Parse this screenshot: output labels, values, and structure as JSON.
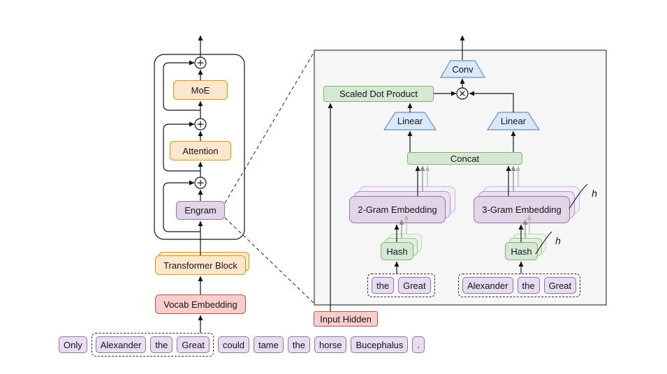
{
  "left_diagram": {
    "block_labels": {
      "moe": "MoE",
      "attention": "Attention",
      "engram": "Engram"
    },
    "transformer_block": "Transformer Block",
    "vocab_embedding": "Vocab Embedding",
    "sentence_tokens": {
      "before": [
        "Only"
      ],
      "highlighted": [
        "Alexander",
        "the",
        "Great"
      ],
      "after": [
        "could",
        "tame",
        "the",
        "horse",
        "Bucephalus",
        "."
      ]
    }
  },
  "detail_diagram": {
    "conv": "Conv",
    "scaled_dot_product": "Scaled Dot Product",
    "linear_left": "Linear",
    "linear_right": "Linear",
    "concat": "Concat",
    "two_gram_embedding": "2-Gram Embedding",
    "three_gram_embedding": "3-Gram Embedding",
    "hash_left": "Hash",
    "hash_right": "Hash",
    "heads_label_embedding": "h",
    "heads_label_hash": "h",
    "bigram_tokens": [
      "the",
      "Great"
    ],
    "trigram_tokens": [
      "Alexander",
      "the",
      "Great"
    ],
    "input_hidden": "Input Hidden"
  },
  "icons": {
    "residual_add": "circle-plus",
    "gate_multiply": "circle-times"
  },
  "colors": {
    "orange_fill": "#FFE6CC",
    "orange_stroke": "#D79B00",
    "purple_fill": "#E1D5E7",
    "purple_stroke": "#9673A6",
    "pink_fill": "#F8CECC",
    "pink_stroke": "#B85450",
    "green_fill": "#D5E8D4",
    "green_stroke": "#82B366",
    "blue_fill": "#DAE8FC",
    "blue_stroke": "#6C8EBF",
    "panel_fill": "#F6F6F6"
  }
}
